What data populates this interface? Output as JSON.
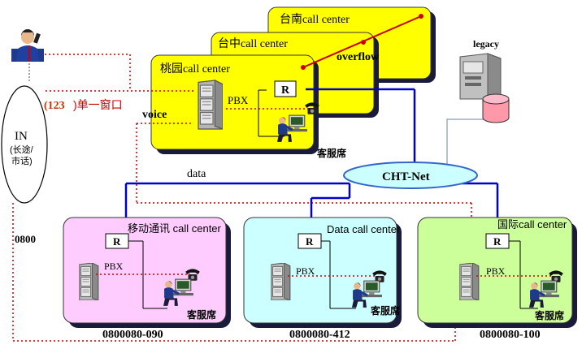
{
  "colors": {
    "yellow_box": "#ffff00",
    "box_shadow": "#1a1a3a",
    "pink_box": "#ffccff",
    "cyan_box": "#ccffff",
    "green_box": "#ccff99",
    "blue_link": "#0000cc",
    "red_dotted": "#cc0000",
    "cloud_fill": "#ccffff",
    "cloud_stroke": "#3366cc",
    "legacy_line": "#99aacc"
  },
  "centers": {
    "tainan": "台南call center",
    "taichung": "台中call center",
    "taoyuan": "桃园call center",
    "mobile": "移动通讯 call center",
    "data_cc": "Data call center",
    "intl": "国际call center"
  },
  "labels": {
    "overflow": "overflow",
    "voice": "voice",
    "pbx": "PBX",
    "router": "R",
    "agent_seat": "客服席",
    "cht_net": "CHT-Net",
    "data": "data",
    "legacy": "legacy",
    "single_window_num": "(123",
    "single_window_text": ")单一窗口",
    "in_title": "IN",
    "in_sub1": "(长途/",
    "in_sub2": "市话)",
    "prefix_0800": "0800"
  },
  "numbers": {
    "mobile": "0800080-090",
    "data_cc": "0800080-412",
    "intl": "0800080-100"
  },
  "icons": {
    "caller": "caller-person-phone-icon",
    "pbx": "pbx-cabinet-icon",
    "router": "router-icon",
    "phone": "desk-phone-icon",
    "agent": "agent-at-computer-icon",
    "server": "legacy-server-icon",
    "database": "database-cylinder-icon",
    "network": "cht-net-cloud-icon"
  }
}
